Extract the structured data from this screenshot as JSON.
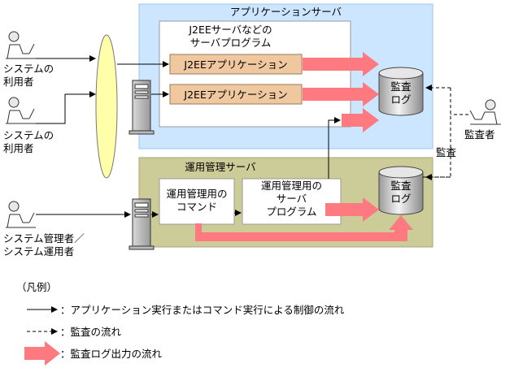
{
  "app_server": {
    "title": "アプリケーションサーバ"
  },
  "j2ee_server_program": {
    "line1": "J2EEサーバなどの",
    "line2": "サーバプログラム"
  },
  "j2ee_app_1": {
    "label": "J2EEアプリケーション"
  },
  "j2ee_app_2": {
    "label": "J2EEアプリケーション"
  },
  "audit_log_top": {
    "line1": "監査",
    "line2": "ログ"
  },
  "audit_log_bottom": {
    "line1": "監査",
    "line2": "ログ"
  },
  "users": [
    {
      "line1": "システムの",
      "line2": "利用者"
    },
    {
      "line1": "システムの",
      "line2": "利用者"
    }
  ],
  "admin_user": {
    "line1": "システム管理者／",
    "line2": "システム運用者"
  },
  "auditor": {
    "label": "監査者"
  },
  "audit_flow_label": "監査",
  "mgmt_server": {
    "title": "運用管理サーバ"
  },
  "mgmt_command": {
    "line1": "運用管理用の",
    "line2": "コマンド"
  },
  "mgmt_server_program": {
    "line1": "運用管理用の",
    "line2": "サーバ",
    "line3": "プログラム"
  },
  "legend": {
    "title": "（凡例）",
    "solid": "：アプリケーション実行またはコマンド実行による制御の流れ",
    "dashed": "：監査の流れ",
    "thick": "：監査ログ出力の流れ"
  },
  "colors": {
    "app_server_bg": "#cce6ff",
    "mgmt_server_bg": "#cccc99",
    "j2ee_app_bg": "#f0c8a0",
    "audit_arrow": "#ff7a80",
    "network_ellipse": "#ffffaa"
  }
}
